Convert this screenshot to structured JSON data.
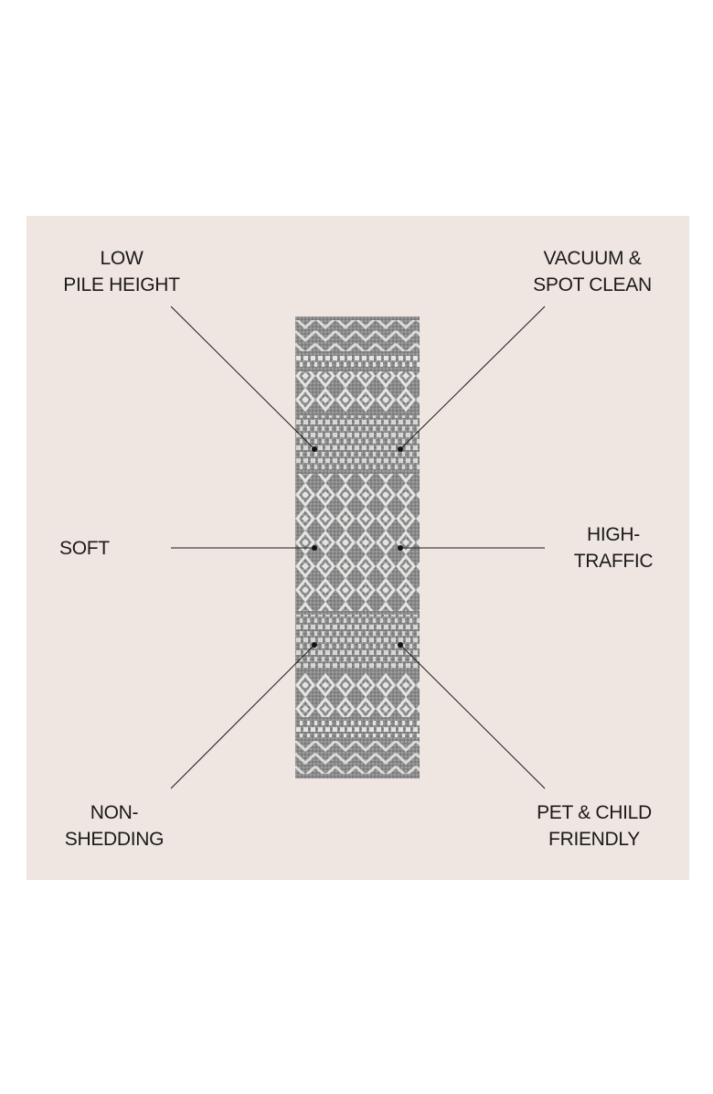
{
  "features": {
    "low_pile": {
      "line1": "LOW",
      "line2": "PILE HEIGHT"
    },
    "vacuum": {
      "line1": "VACUUM &",
      "line2": "SPOT CLEAN"
    },
    "soft": {
      "line1": "SOFT"
    },
    "high_traffic": {
      "line1": "HIGH-",
      "line2": "TRAFFIC"
    },
    "non_shedding": {
      "line1": "NON-",
      "line2": "SHEDDING"
    },
    "pet_child": {
      "line1": "PET & CHILD",
      "line2": "FRIENDLY"
    }
  },
  "colors": {
    "background": "#f0e6e1",
    "rug_base": "#8e8e8e",
    "rug_pattern": "#e6e6e4",
    "callout_line": "#1a1a1a"
  }
}
